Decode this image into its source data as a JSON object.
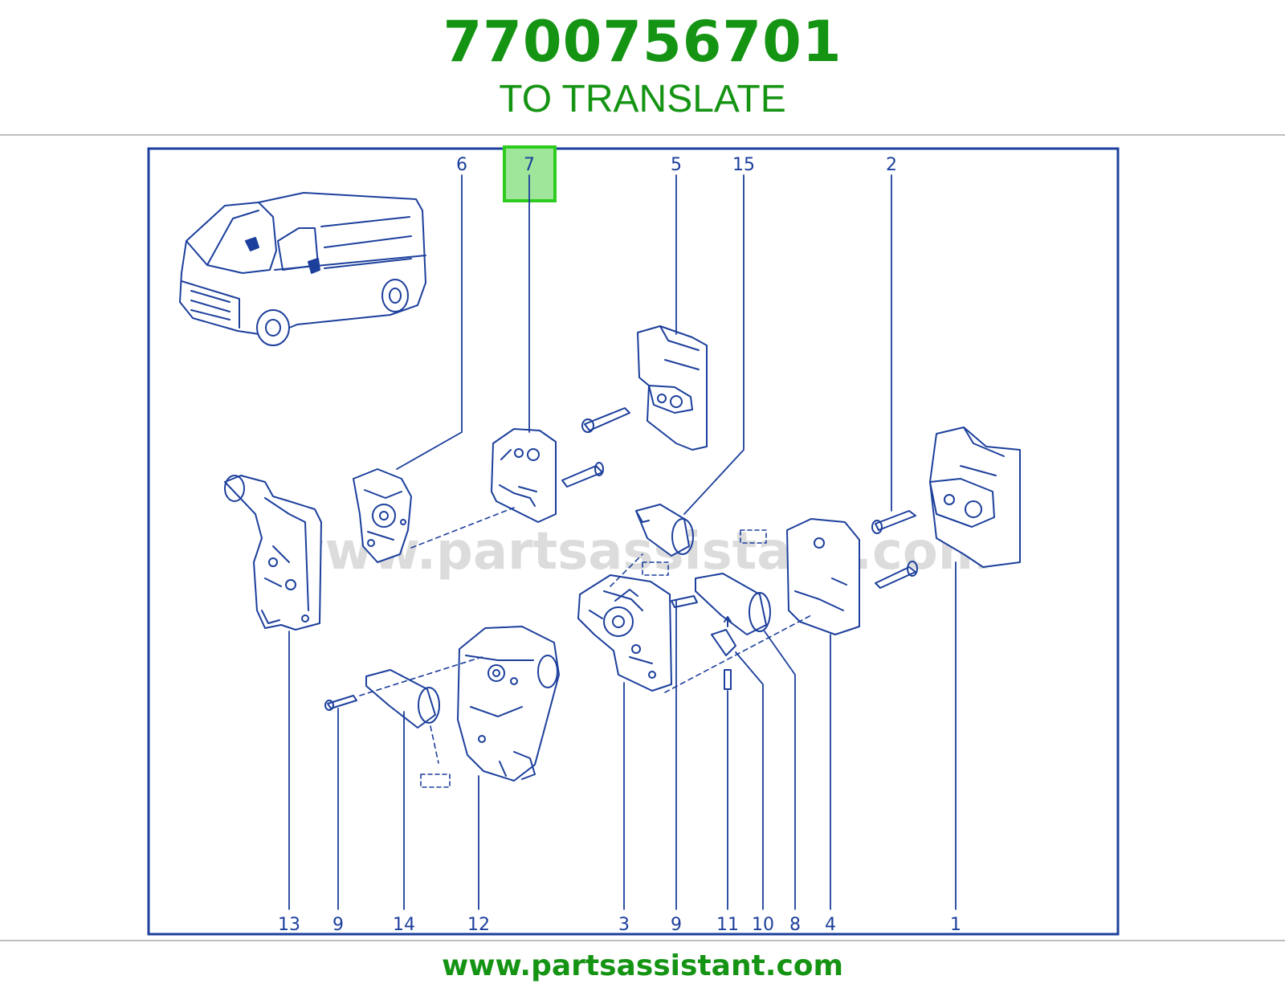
{
  "header": {
    "part_number": "7700756701",
    "part_name": "TO TRANSLATE"
  },
  "diagram": {
    "watermark": "www.partsassistant.com",
    "highlighted_callout": "7",
    "callouts_top": [
      "6",
      "7",
      "5",
      "15",
      "2"
    ],
    "callouts_bottom": [
      "13",
      "9",
      "14",
      "12",
      "3",
      "9",
      "11",
      "10",
      "8",
      "4",
      "1"
    ],
    "colors": {
      "line": "#1c3f9c",
      "highlight_border": "#2ecc1f",
      "highlight_fill": "#9fe59a",
      "brand": "#159414"
    }
  },
  "footer": {
    "url": "www.partsassistant.com"
  }
}
